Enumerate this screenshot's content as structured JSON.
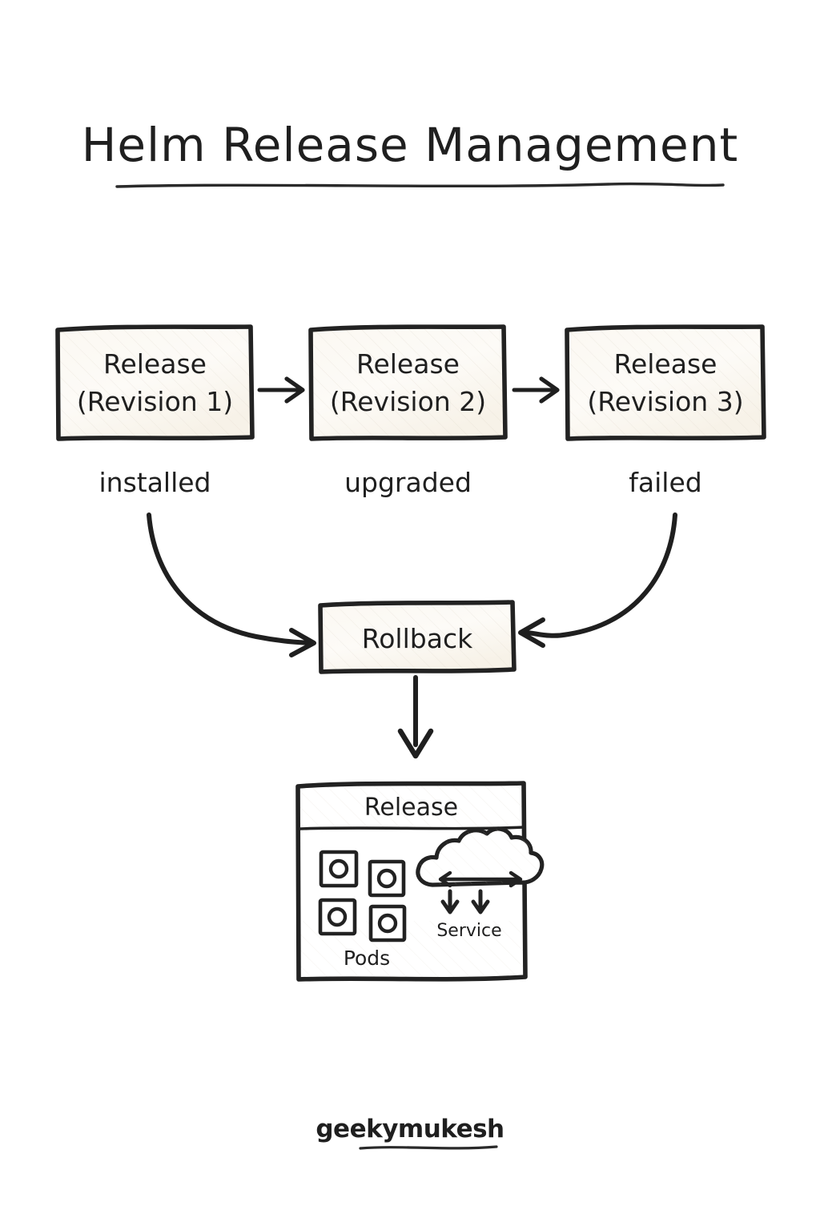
{
  "page": {
    "title": "Helm Release Management",
    "background_color": "#ffffff",
    "ink_color": "#1f1f1f",
    "box_fill_color": "#faf6ef",
    "footer": "geekymukesh"
  },
  "flow": {
    "releases": [
      {
        "line1": "Release",
        "line2": "(Revision 1)",
        "status": "installed"
      },
      {
        "line1": "Release",
        "line2": "(Revision 2)",
        "status": "upgraded"
      },
      {
        "line1": "Release",
        "line2": "(Revision 3)",
        "status": "failed"
      }
    ],
    "rollback": {
      "label": "Rollback"
    },
    "connectors": [
      {
        "name": "rev1-to-rev2",
        "kind": "straight-right-arrow"
      },
      {
        "name": "rev2-to-rev3",
        "kind": "straight-right-arrow"
      },
      {
        "name": "installed-to-rollback",
        "kind": "curved-arrow"
      },
      {
        "name": "failed-to-rollback",
        "kind": "curved-arrow"
      },
      {
        "name": "rollback-to-release",
        "kind": "straight-down-arrow"
      }
    ]
  },
  "release_detail": {
    "header": "Release",
    "pods_label": "Pods",
    "pods_count": 4,
    "service_label": "Service",
    "service_icon": "cloud-icon",
    "service_arrows": 2
  }
}
